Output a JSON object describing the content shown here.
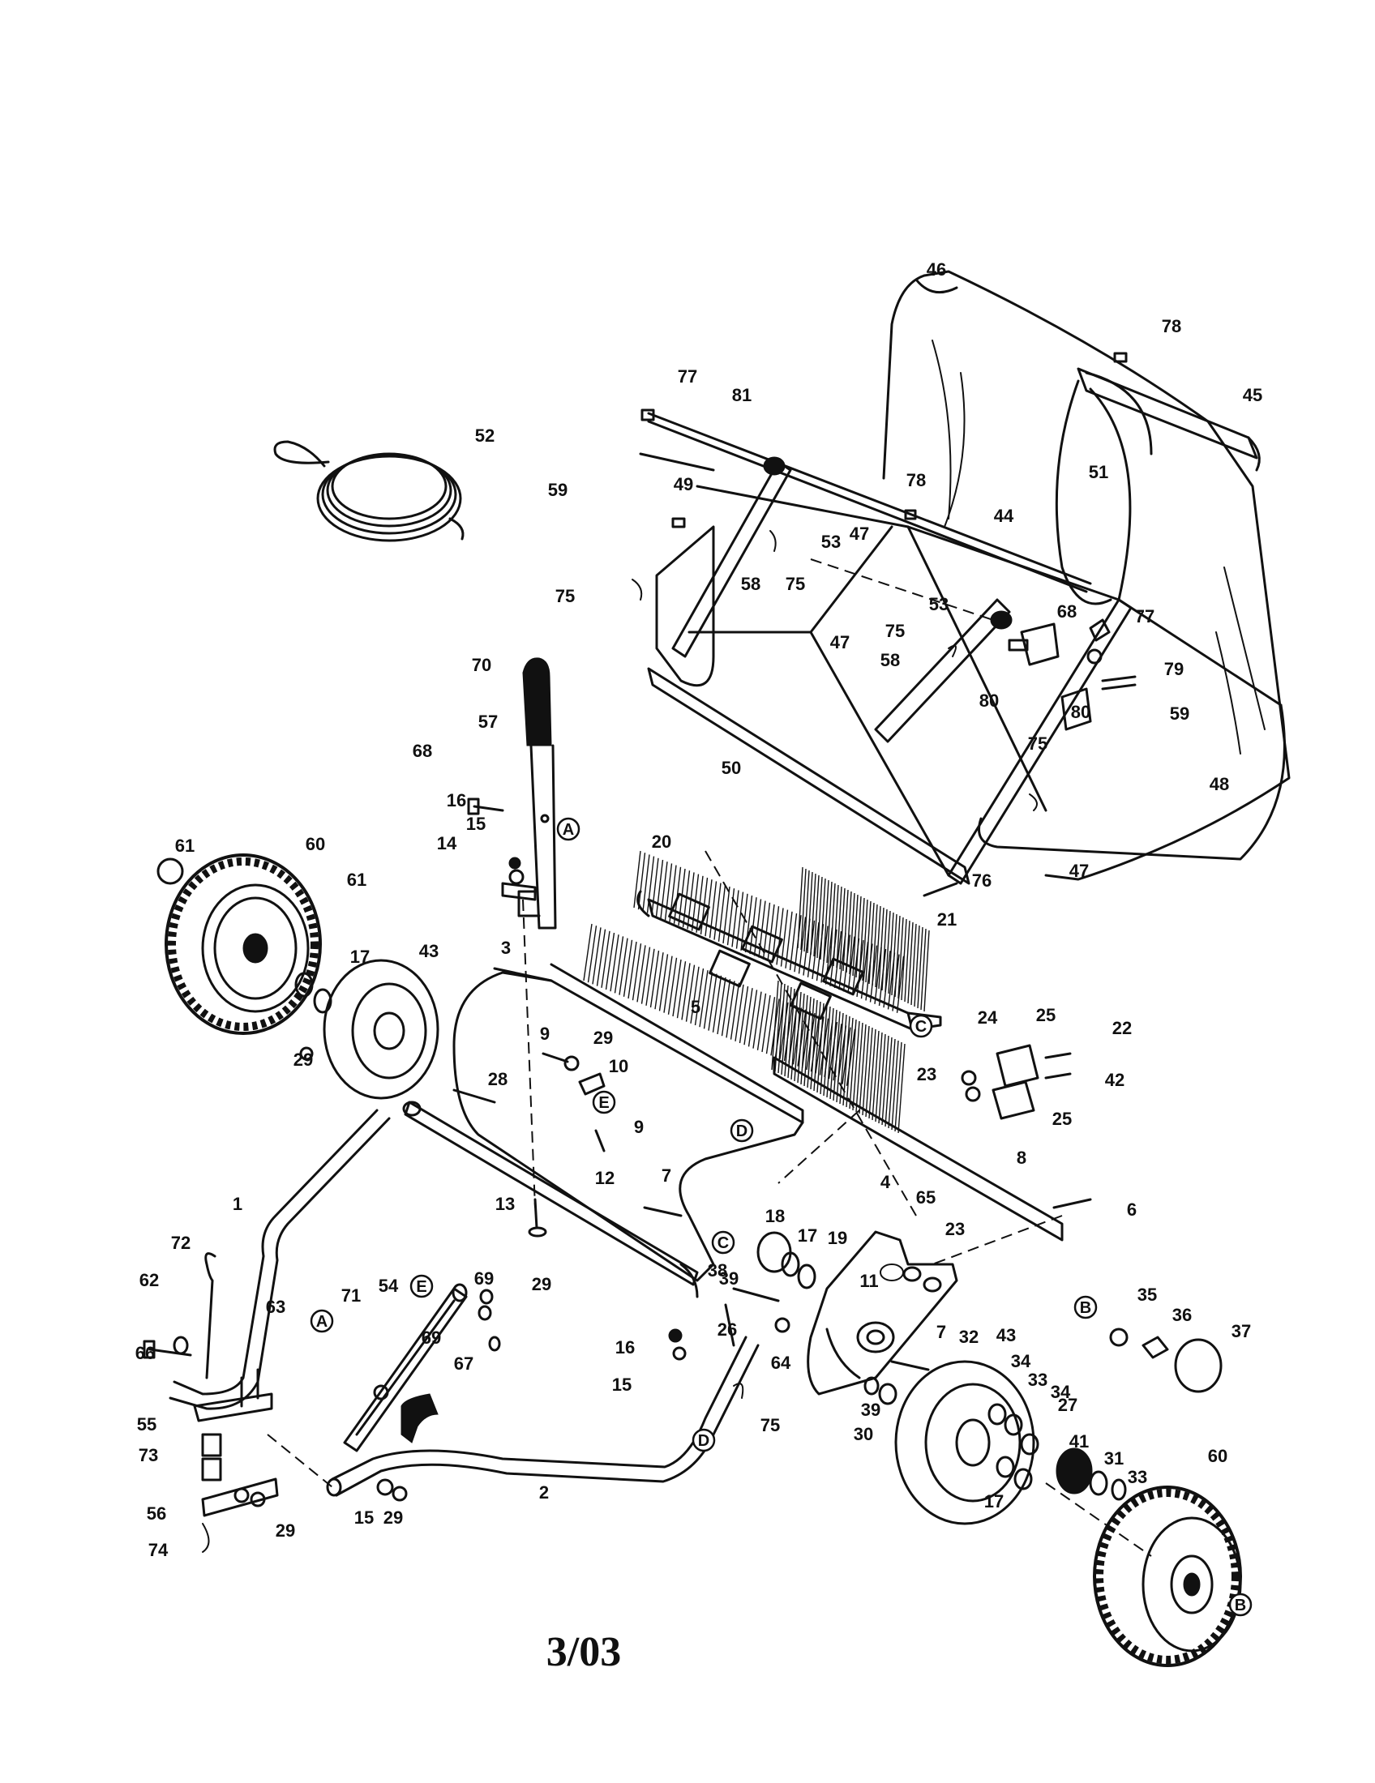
{
  "diagram": {
    "date_code": "3/03",
    "part_numbers": [
      "1",
      "2",
      "3",
      "4",
      "5",
      "6",
      "7",
      "8",
      "9",
      "10",
      "11",
      "12",
      "13",
      "14",
      "15",
      "16",
      "17",
      "18",
      "19",
      "20",
      "21",
      "22",
      "23",
      "24",
      "25",
      "26",
      "27",
      "28",
      "29",
      "30",
      "31",
      "32",
      "33",
      "34",
      "35",
      "36",
      "37",
      "38",
      "39",
      "41",
      "42",
      "43",
      "44",
      "45",
      "46",
      "47",
      "48",
      "49",
      "50",
      "51",
      "52",
      "53",
      "54",
      "55",
      "56",
      "57",
      "58",
      "59",
      "60",
      "61",
      "62",
      "63",
      "64",
      "65",
      "66",
      "67",
      "68",
      "69",
      "70",
      "71",
      "72",
      "73",
      "74",
      "75",
      "76",
      "77",
      "78",
      "79",
      "80",
      "81"
    ],
    "reference_letters": [
      "A",
      "B",
      "C",
      "D",
      "E"
    ],
    "callouts": [
      {
        "text": "46"
      },
      {
        "text": "78"
      },
      {
        "text": "77"
      },
      {
        "text": "81"
      },
      {
        "text": "45"
      },
      {
        "text": "52"
      },
      {
        "text": "59"
      },
      {
        "text": "49"
      },
      {
        "text": "78"
      },
      {
        "text": "51"
      },
      {
        "text": "53"
      },
      {
        "text": "47"
      },
      {
        "text": "44"
      },
      {
        "text": "75"
      },
      {
        "text": "58"
      },
      {
        "text": "75"
      },
      {
        "text": "47"
      },
      {
        "text": "53"
      },
      {
        "text": "68"
      },
      {
        "text": "77"
      },
      {
        "text": "75"
      },
      {
        "text": "58"
      },
      {
        "text": "79"
      },
      {
        "text": "70"
      },
      {
        "text": "80"
      },
      {
        "text": "59"
      },
      {
        "text": "80"
      },
      {
        "text": "57"
      },
      {
        "text": "68"
      },
      {
        "text": "50"
      },
      {
        "text": "75"
      },
      {
        "text": "48"
      },
      {
        "text": "16"
      },
      {
        "text": "15"
      },
      {
        "text": "14"
      },
      {
        "text": "20"
      },
      {
        "text": "76"
      },
      {
        "text": "47"
      },
      {
        "text": "61"
      },
      {
        "text": "60"
      },
      {
        "text": "61"
      },
      {
        "text": "21"
      },
      {
        "text": "17"
      },
      {
        "text": "43"
      },
      {
        "text": "3"
      },
      {
        "text": "5"
      },
      {
        "text": "29"
      },
      {
        "text": "9"
      },
      {
        "text": "29"
      },
      {
        "text": "24"
      },
      {
        "text": "25"
      },
      {
        "text": "22"
      },
      {
        "text": "10"
      },
      {
        "text": "28"
      },
      {
        "text": "23"
      },
      {
        "text": "42"
      },
      {
        "text": "25"
      },
      {
        "text": "9"
      },
      {
        "text": "8"
      },
      {
        "text": "12"
      },
      {
        "text": "7"
      },
      {
        "text": "4"
      },
      {
        "text": "65"
      },
      {
        "text": "1"
      },
      {
        "text": "13"
      },
      {
        "text": "6"
      },
      {
        "text": "18"
      },
      {
        "text": "23"
      },
      {
        "text": "72"
      },
      {
        "text": "17"
      },
      {
        "text": "19"
      },
      {
        "text": "39"
      },
      {
        "text": "69"
      },
      {
        "text": "38"
      },
      {
        "text": "54"
      },
      {
        "text": "29"
      },
      {
        "text": "11"
      },
      {
        "text": "62"
      },
      {
        "text": "71"
      },
      {
        "text": "35"
      },
      {
        "text": "36"
      },
      {
        "text": "37"
      },
      {
        "text": "63"
      },
      {
        "text": "26"
      },
      {
        "text": "7"
      },
      {
        "text": "66"
      },
      {
        "text": "69"
      },
      {
        "text": "32"
      },
      {
        "text": "43"
      },
      {
        "text": "64"
      },
      {
        "text": "16"
      },
      {
        "text": "34"
      },
      {
        "text": "67"
      },
      {
        "text": "33"
      },
      {
        "text": "34"
      },
      {
        "text": "15"
      },
      {
        "text": "39"
      },
      {
        "text": "30"
      },
      {
        "text": "27"
      },
      {
        "text": "55"
      },
      {
        "text": "75"
      },
      {
        "text": "41"
      },
      {
        "text": "31"
      },
      {
        "text": "73"
      },
      {
        "text": "33"
      },
      {
        "text": "60"
      },
      {
        "text": "2"
      },
      {
        "text": "56"
      },
      {
        "text": "15"
      },
      {
        "text": "29"
      },
      {
        "text": "29"
      },
      {
        "text": "17"
      },
      {
        "text": "74"
      }
    ],
    "ref_markers": [
      {
        "letter": "A"
      },
      {
        "letter": "C"
      },
      {
        "letter": "E"
      },
      {
        "letter": "D"
      },
      {
        "letter": "C"
      },
      {
        "letter": "B"
      },
      {
        "letter": "E"
      },
      {
        "letter": "A"
      },
      {
        "letter": "D"
      },
      {
        "letter": "B"
      }
    ]
  }
}
